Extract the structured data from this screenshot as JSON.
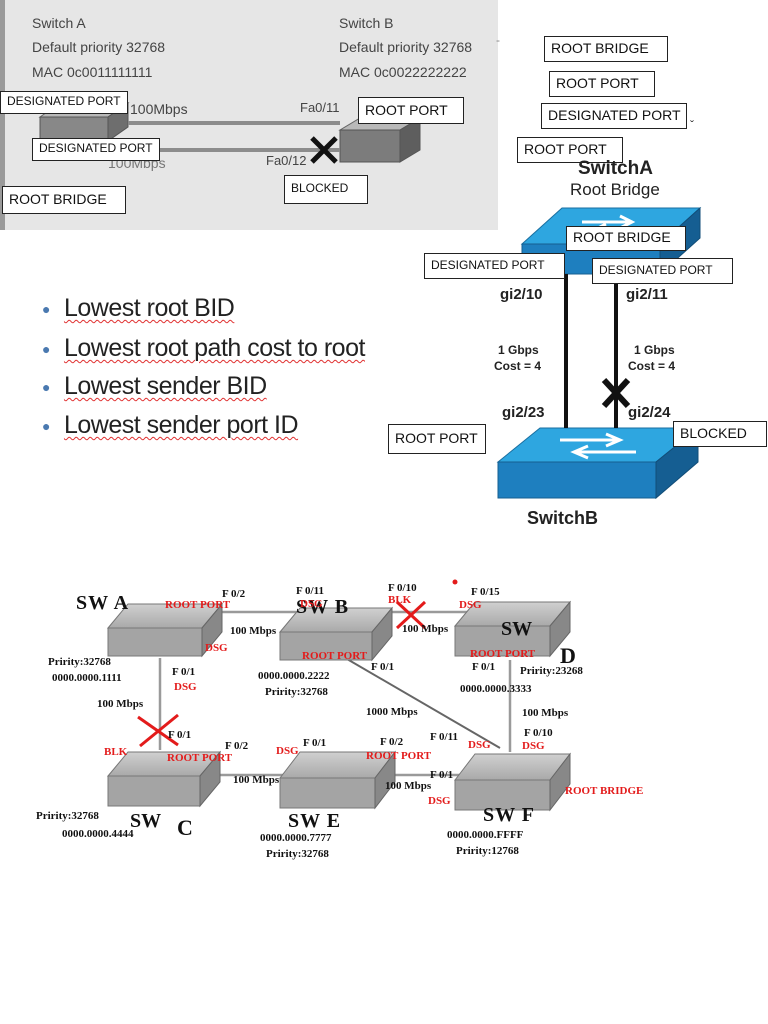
{
  "top_left": {
    "switch_a_title": "Switch A",
    "switch_a_priority": "Default priority 32768",
    "switch_a_mac": "MAC 0c0011111111",
    "switch_b_title": "Switch B",
    "switch_b_priority": "Default priority 32768",
    "switch_b_mac": "MAC 0c0022222222",
    "link1_speed": "100Mbps",
    "link2_speed": "100Mbps",
    "port_fa011": "Fa0/11",
    "port_fa012": "Fa0/12",
    "label_designated_1": "DESIGNATED PORT",
    "label_designated_2": "DESIGNATED PORT",
    "label_root_port": "ROOT PORT",
    "label_blocked": "BLOCKED",
    "label_root_bridge": "ROOT BRIDGE"
  },
  "right_stack": {
    "root_bridge": "ROOT BRIDGE",
    "root_port_1": "ROOT PORT",
    "designated_port": "DESIGNATED PORT",
    "root_port_2": "ROOT PORT"
  },
  "right_diagram": {
    "switch_a_title": "SwitchA",
    "switch_a_sub": "Root Bridge",
    "switch_b_title": "SwitchB",
    "label_root_bridge": "ROOT BRIDGE",
    "label_designated_left": "DESIGNATED PORT",
    "label_designated_right": "DESIGNATED PORT",
    "label_root_port": "ROOT PORT",
    "label_blocked": "BLOCKED",
    "port_gi210": "gi2/10",
    "port_gi211": "gi2/11",
    "port_gi223": "gi2/23",
    "port_gi224": "gi2/24",
    "link_left_speed": "1 Gbps",
    "link_left_cost": "Cost = 4",
    "link_right_speed": "1 Gbps",
    "link_right_cost": "Cost = 4"
  },
  "bullets": [
    "Lowest root BID",
    "Lowest root path cost to root",
    "Lowest sender BID",
    "Lowest sender port ID"
  ],
  "bottom": {
    "sw_a": "SW A",
    "sw_b": "SW B",
    "sw_d_1": "SW",
    "sw_d_2": "D",
    "sw_c_1": "SW",
    "sw_c_2": "C",
    "sw_e": "SW E",
    "sw_f": "SW F",
    "a_priority": "Pririty:32768",
    "a_mac": "0000.0000.1111",
    "b_mac": "0000.0000.2222",
    "b_priority": "Pririty:32768",
    "d_priority": "Pririty:23268",
    "d_mac": "0000.0000.3333",
    "c_priority": "Pririty:32768",
    "c_mac": "0000.0000.4444",
    "e_mac": "0000.0000.7777",
    "e_priority": "Pririty:32768",
    "f_mac": "0000.0000.FFFF",
    "f_priority": "Pririty:12768",
    "f02_a": "F 0/2",
    "f011_b": "F 0/11",
    "f010_b": "F 0/10",
    "f015_d": "F 0/15",
    "f01_a": "F 0/1",
    "f01_b": "F 0/1",
    "f01_d": "F 0/1",
    "f01_c": "F 0/1",
    "f02_c": "F 0/2",
    "f01_e": "F 0/1",
    "f02_e": "F 0/2",
    "f011_f": "F 0/11",
    "f010_f": "F 0/10",
    "f01_f": "F 0/1",
    "root_port_a": "ROOT PORT",
    "dsg_b_left": "DSG",
    "blk_b": "BLK",
    "dsg_d": "DSG",
    "dsg_a": "DSG",
    "root_port_b": "ROOT PORT",
    "root_port_d": "ROOT PORT",
    "dsg_a_down": "DSG",
    "blk_c": "BLK",
    "root_port_c": "ROOT PORT",
    "dsg_e_left": "DSG",
    "root_port_e": "ROOT PORT",
    "dsg_f_diag": "DSG",
    "dsg_f_up": "DSG",
    "dsg_f_left": "DSG",
    "root_bridge_f": "ROOT BRIDGE",
    "speed_ab": "100 Mbps",
    "speed_bd": "100 Mbps",
    "speed_ac": "100 Mbps",
    "speed_bf": "1000 Mbps",
    "speed_df": "100 Mbps",
    "speed_ce": "100 Mbps",
    "speed_ef": "100 Mbps"
  },
  "colors": {
    "red": "#e31b1b",
    "cisco_blue": "#1f8fd0",
    "panel_gray": "#e8e8e8"
  }
}
